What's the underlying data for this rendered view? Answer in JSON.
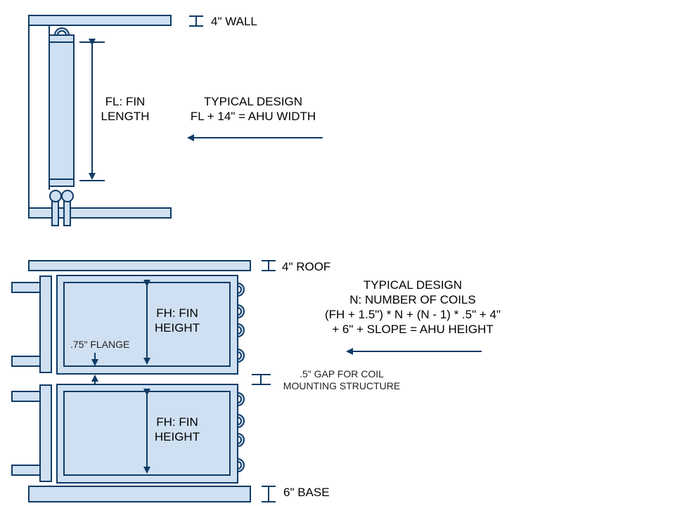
{
  "colors": {
    "stroke": "#0f3b66",
    "fill": "#cfe0f2",
    "text": "#000000"
  },
  "top_view": {
    "wall_label": "4\" WALL",
    "fin_length_label": [
      "FL: FIN",
      "LENGTH"
    ],
    "design_note": [
      "TYPICAL DESIGN",
      "FL + 14\" = AHU WIDTH"
    ]
  },
  "side_view": {
    "roof_label": "4\" ROOF",
    "base_label": "6\" BASE",
    "coils": [
      {
        "fin_height_label": [
          "FH: FIN",
          "HEIGHT"
        ]
      },
      {
        "fin_height_label": [
          "FH: FIN",
          "HEIGHT"
        ]
      }
    ],
    "flange_label": ".75\" FLANGE",
    "gap_label": [
      ".5\" GAP FOR COIL",
      "MOUNTING STRUCTURE"
    ],
    "design_note": [
      "TYPICAL DESIGN",
      "N: NUMBER OF COILS",
      "(FH + 1.5\") * N + (N - 1) * .5\" + 4\"",
      "+ 6\" + SLOPE = AHU HEIGHT"
    ]
  }
}
